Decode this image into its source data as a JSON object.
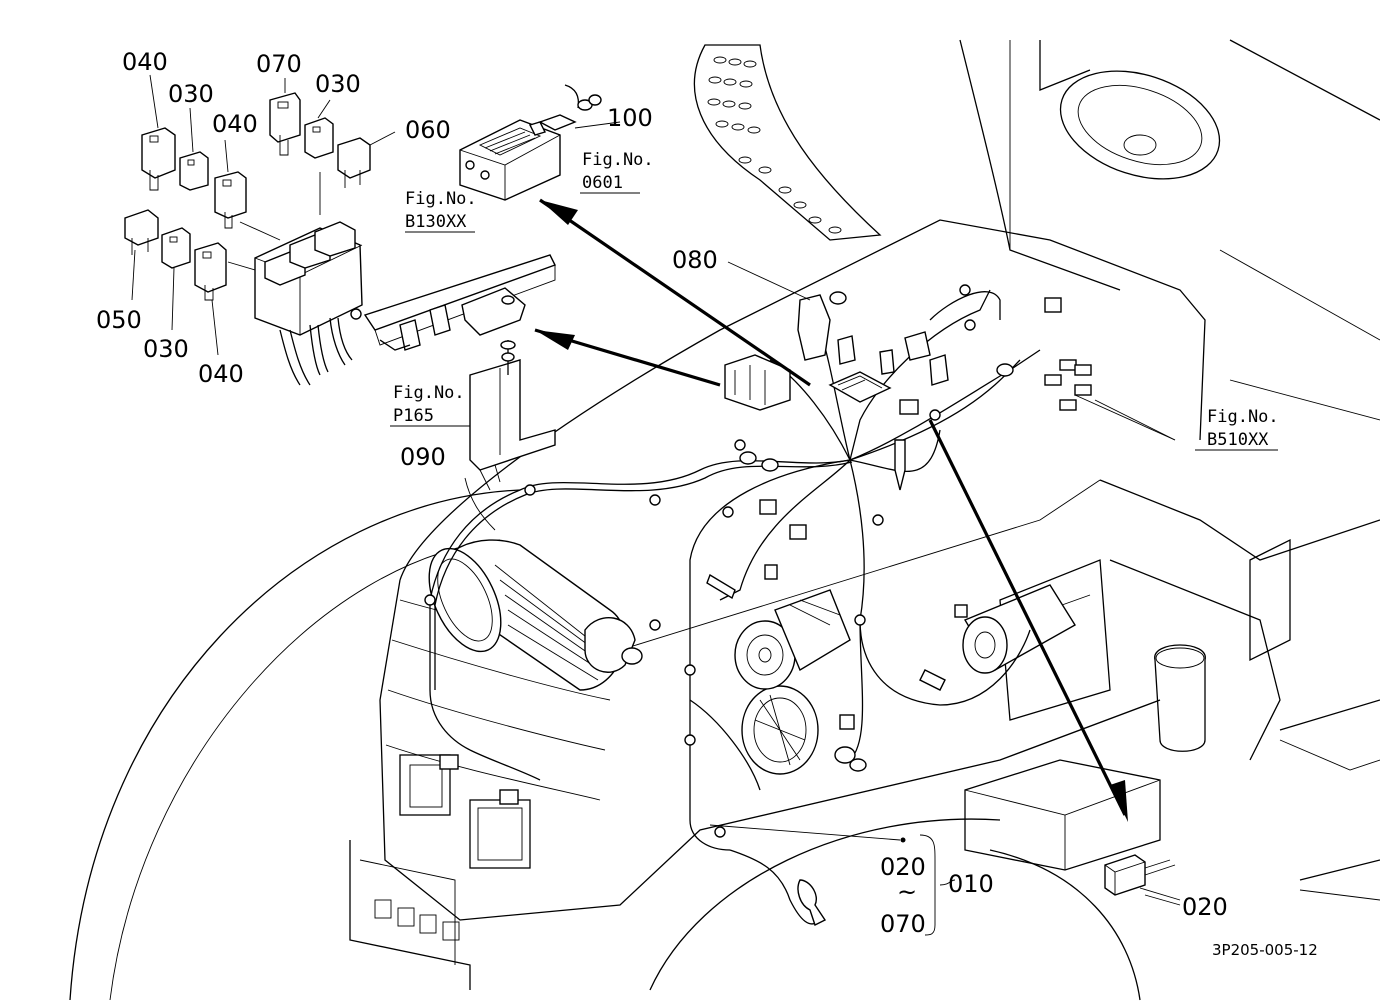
{
  "drawing_id": "3P205-005-12",
  "part_labels": {
    "p040a": "040",
    "p030a": "030",
    "p040b": "040",
    "p070": "070",
    "p030b": "030",
    "p060": "060",
    "p050": "050",
    "p030c": "030",
    "p040c": "040",
    "p100": "100",
    "p080": "080",
    "p090": "090",
    "p020a": "020",
    "p070b": "070",
    "p010": "010",
    "p020b": "020",
    "tilde": "~"
  },
  "fig_refs": {
    "f0601_a": "Fig.No.",
    "f0601_b": "0601",
    "fB130_a": "Fig.No.",
    "fB130_b": "B130XX",
    "fP165_a": "Fig.No.",
    "fP165_b": "P165",
    "fB510_a": "Fig.No.",
    "fB510_b": "B510XX"
  }
}
